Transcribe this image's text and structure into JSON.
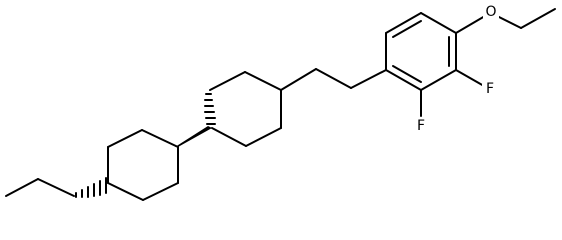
{
  "molecule": {
    "atoms": {
      "oxygen": "O",
      "fluorine_upper": "F",
      "fluorine_lower": "F"
    },
    "colors": {
      "bond": "#000000",
      "label": "#000000",
      "background": "#ffffff"
    }
  }
}
